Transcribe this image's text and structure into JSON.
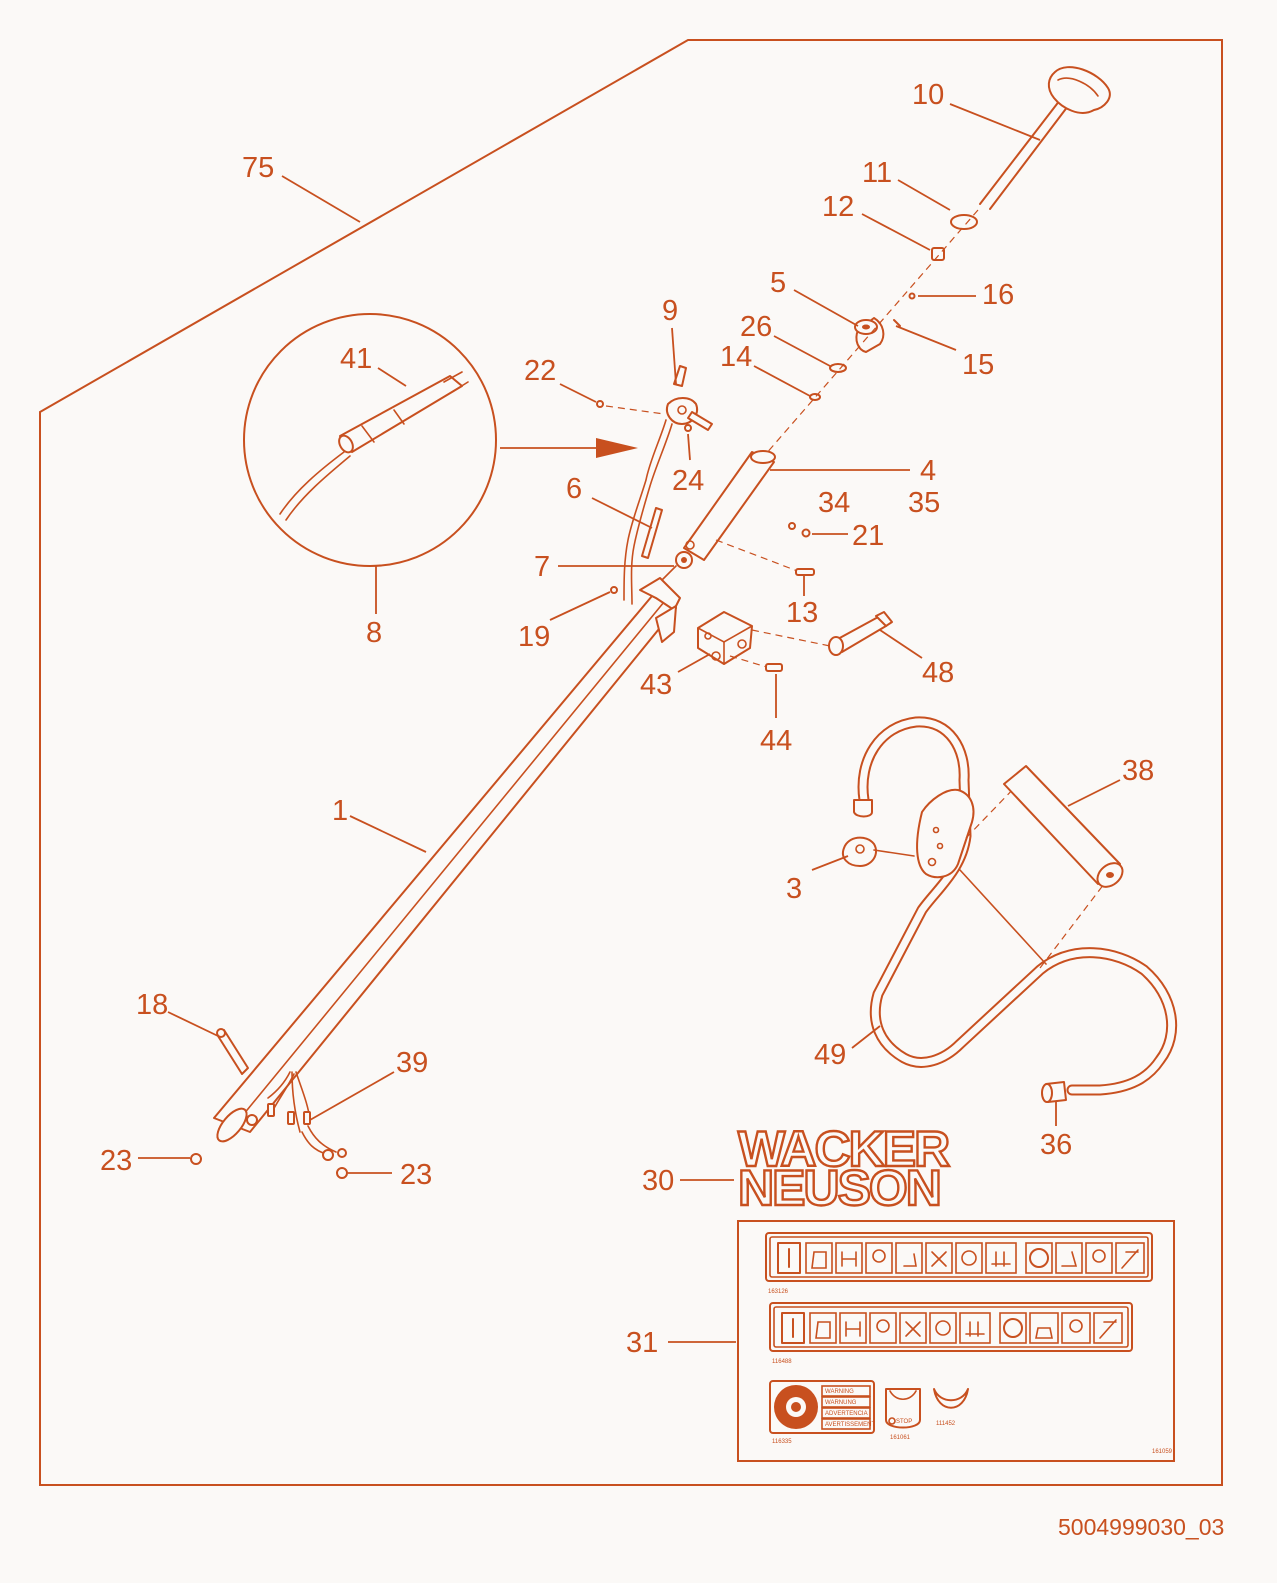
{
  "diagram": {
    "callouts": {
      "c75": "75",
      "c10": "10",
      "c11": "11",
      "c12": "12",
      "c16": "16",
      "c5": "5",
      "c15": "15",
      "c26": "26",
      "c14": "14",
      "c9": "9",
      "c22": "22",
      "c41": "41",
      "c24": "24",
      "c4": "4",
      "c35": "35",
      "c6": "6",
      "c34": "34",
      "c21": "21",
      "c7": "7",
      "c13": "13",
      "c19": "19",
      "c8": "8",
      "c48": "48",
      "c43": "43",
      "c44": "44",
      "c38": "38",
      "c1": "1",
      "c3": "3",
      "c18": "18",
      "c39": "39",
      "c49": "49",
      "c23a": "23",
      "c23b": "23",
      "c36": "36",
      "c30": "30",
      "c31": "31"
    },
    "brand": {
      "line1": "WACKER",
      "line2": "NEUSON"
    },
    "decals": {
      "code1": "163126",
      "code2": "116488",
      "code3": "116335",
      "code4": "161061",
      "code5": "111452",
      "code6": "161059",
      "stop": "STOP",
      "warnings": [
        "WARNING",
        "WARNUNG",
        "ADVERTENCIA",
        "AVERTISSEMENT"
      ]
    },
    "document_number": "5004999030_03"
  },
  "colors": {
    "line": "#c8501f",
    "background": "#fbf9f7"
  }
}
